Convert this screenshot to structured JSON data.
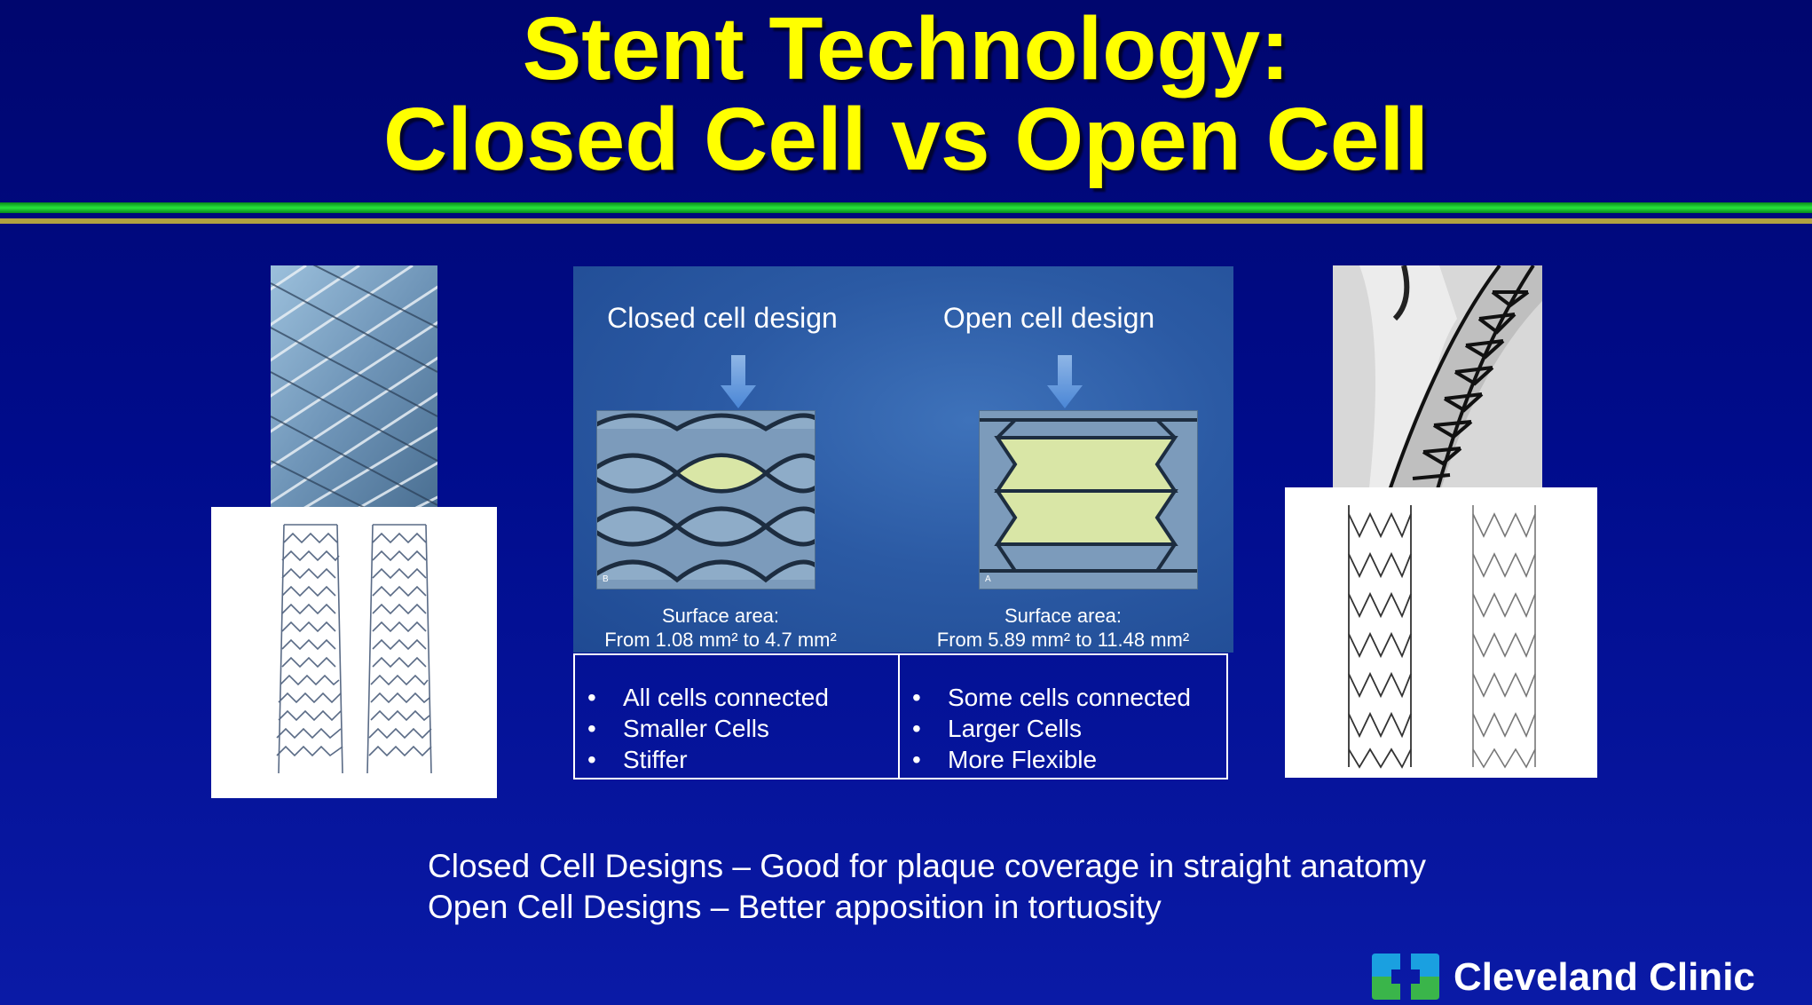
{
  "slide": {
    "title_line1": "Stent Technology:",
    "title_line2": "Closed Cell vs Open Cell"
  },
  "diagram": {
    "closed": {
      "label": "Closed cell design",
      "surface_title": "Surface area:",
      "surface_range": "From 1.08 mm² to 4.7 mm²",
      "panel_letter": "B"
    },
    "open": {
      "label": "Open cell design",
      "surface_title": "Surface area:",
      "surface_range": "From 5.89 mm² to 11.48 mm²",
      "panel_letter": "A"
    }
  },
  "bullets": {
    "bullet_glyph": "•",
    "closed": [
      "All cells connected",
      "Smaller Cells",
      "Stiffer"
    ],
    "open": [
      "Some cells connected",
      "Larger Cells",
      "More Flexible"
    ]
  },
  "summary": {
    "line1": "Closed Cell Designs – Good for plaque coverage in straight anatomy",
    "line2": "Open Cell Designs – Better apposition in tortuosity"
  },
  "branding": {
    "name": "Cleveland Clinic"
  },
  "colors": {
    "title": "#ffff00",
    "background": "#000c8c",
    "rule_green": "#27e63c",
    "rule_gold": "#b0a240",
    "cell_highlight": "#d9e6a6",
    "logo_blue": "#1aa0e0",
    "logo_green": "#3ab54a"
  }
}
